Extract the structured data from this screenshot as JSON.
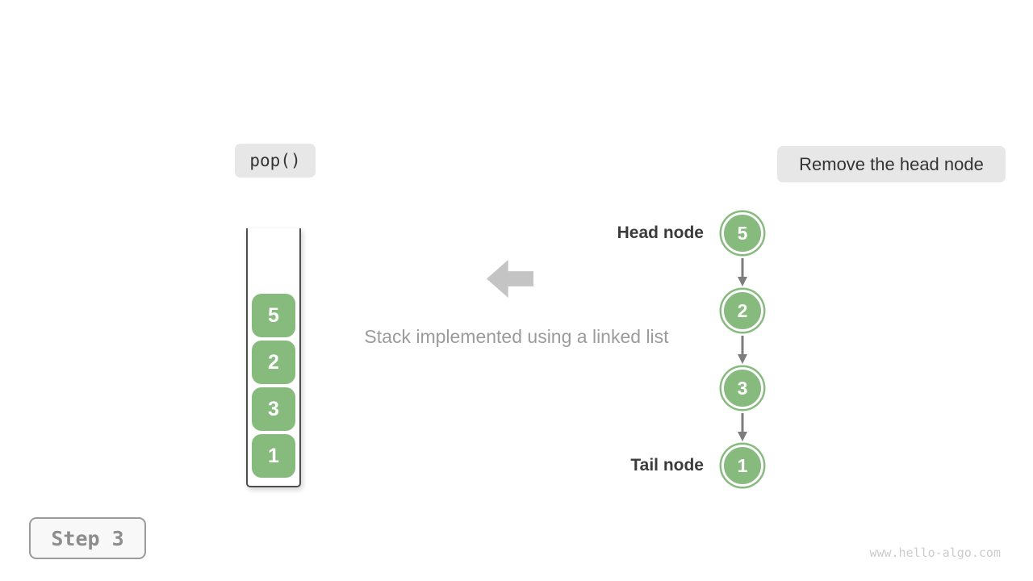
{
  "operation_badge": {
    "label": "pop()"
  },
  "description_badge": {
    "label": "Remove the head node"
  },
  "caption": "Stack implemented using a linked list",
  "stack": {
    "cells": [
      "5",
      "2",
      "3",
      "1"
    ]
  },
  "linked_list": {
    "head_label": "Head node",
    "tail_label": "Tail node",
    "nodes": [
      "5",
      "2",
      "3",
      "1"
    ]
  },
  "step_badge": {
    "label": "Step 3"
  },
  "watermark": "www.hello-algo.com",
  "colors": {
    "node_green": "#87bb7e",
    "badge_gray": "#e7e7e7",
    "big_arrow_gray": "#c4c4c4",
    "link_arrow_gray": "#7d7d7d",
    "caption_gray": "#9b9b9b",
    "label_dark": "#3b3b3b",
    "step_text_gray": "#8d8d8d",
    "watermark_gray": "#cccccc"
  }
}
